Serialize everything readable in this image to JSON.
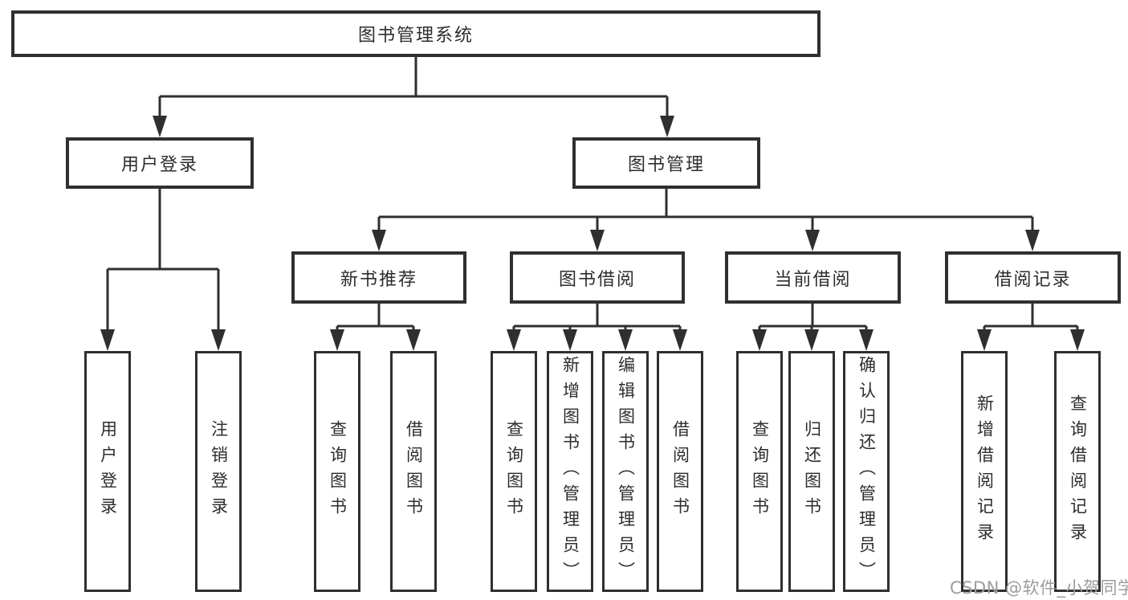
{
  "diagram": {
    "type": "hierarchy-tree",
    "tree": {
      "root": {
        "label": "图书管理系统",
        "children": [
          {
            "label": "用户登录",
            "children": [
              {
                "label": "用户登录"
              },
              {
                "label": "注销登录"
              }
            ]
          },
          {
            "label": "图书管理",
            "children": [
              {
                "label": "新书推荐",
                "children": [
                  {
                    "label": "查询图书"
                  },
                  {
                    "label": "借阅图书"
                  }
                ]
              },
              {
                "label": "图书借阅",
                "children": [
                  {
                    "label": "查询图书"
                  },
                  {
                    "label": "新增图书（管理员）"
                  },
                  {
                    "label": "编辑图书（管理员）"
                  },
                  {
                    "label": "借阅图书"
                  }
                ]
              },
              {
                "label": "当前借阅",
                "children": [
                  {
                    "label": "查询图书"
                  },
                  {
                    "label": "归还图书"
                  },
                  {
                    "label": "确认归还（管理员）"
                  }
                ]
              },
              {
                "label": "借阅记录",
                "children": [
                  {
                    "label": "新增借阅记录"
                  },
                  {
                    "label": "查询借阅记录"
                  }
                ]
              }
            ]
          }
        ]
      }
    },
    "colors": {
      "line": "#2f2f2f",
      "box_background": "#ffffff",
      "text": "#2d2d2d",
      "watermark": "#9c9c9c"
    }
  },
  "watermark": {
    "text": "CSDN @软件_小贺同学"
  }
}
